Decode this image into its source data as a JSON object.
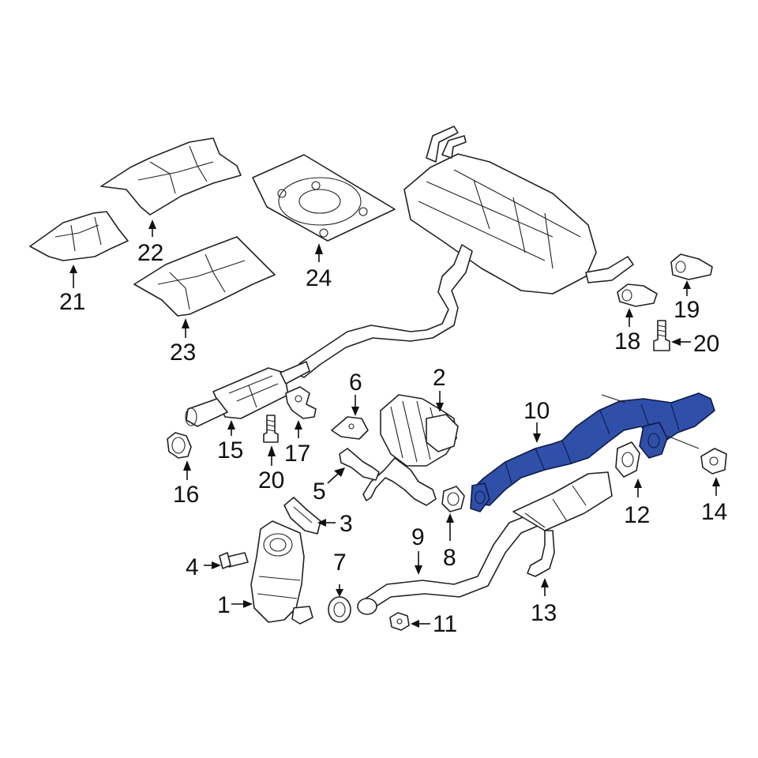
{
  "diagram": {
    "highlight_color": "#2f4fa8",
    "line_color": "#222222",
    "background": "#ffffff",
    "callouts": {
      "c1": "1",
      "c2": "2",
      "c3": "3",
      "c4": "4",
      "c5": "5",
      "c6": "6",
      "c7": "7",
      "c8": "8",
      "c9": "9",
      "c10": "10",
      "c11": "11",
      "c12": "12",
      "c13": "13",
      "c14": "14",
      "c15": "15",
      "c16": "16",
      "c17": "17",
      "c18": "18",
      "c19": "19",
      "c20a": "20",
      "c20b": "20",
      "c21": "21",
      "c22": "22",
      "c23": "23",
      "c24": "24"
    }
  }
}
